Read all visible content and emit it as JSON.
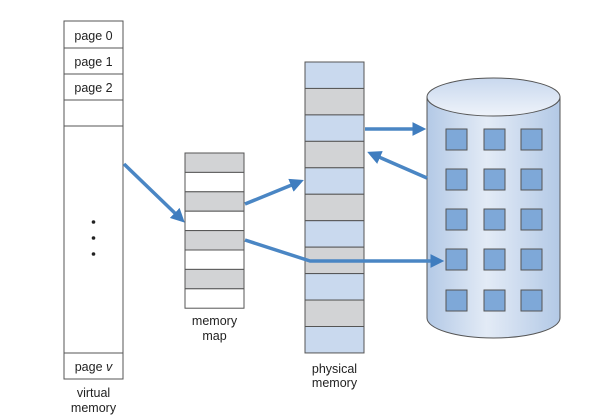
{
  "virtual_memory": {
    "label_line1": "virtual",
    "label_line2": "memory",
    "pages": [
      "page 0",
      "page 1",
      "page 2"
    ],
    "last_page_prefix": "page ",
    "last_page_var": "v"
  },
  "memory_map": {
    "label_line1": "memory",
    "label_line2": "map"
  },
  "physical_memory": {
    "label_line1": "physical",
    "label_line2": "memory"
  },
  "colors": {
    "frame_fill": "#c9d9ee",
    "occupied": "#d2d3d5",
    "arrow": "#4a86c4",
    "block": "#7ea8d8",
    "disk": "#c5d6ec"
  }
}
